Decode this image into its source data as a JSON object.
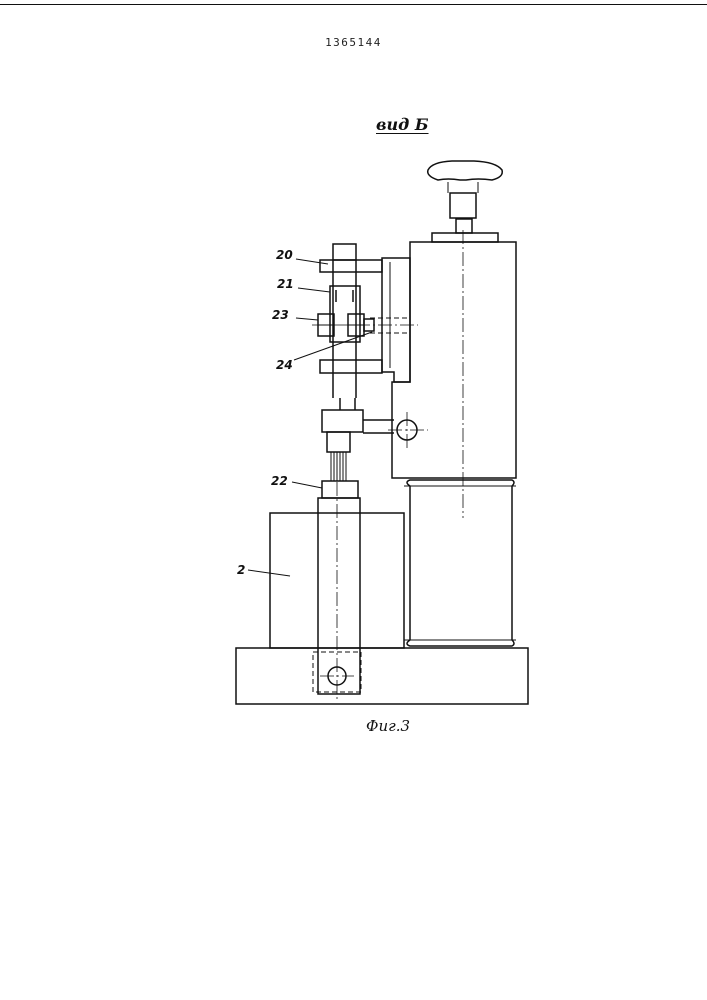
{
  "document": {
    "number": "1365144",
    "view_label": "вид Б",
    "figure_caption": "Фиг.3"
  },
  "callouts": {
    "c20": "20",
    "c21": "21",
    "c23": "23",
    "c24": "24",
    "c22": "22",
    "c2": "2"
  }
}
